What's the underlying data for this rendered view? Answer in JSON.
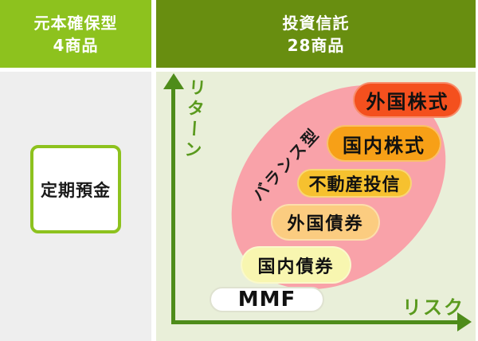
{
  "headers": {
    "left": {
      "title": "元本確保型",
      "count": "4商品"
    },
    "right": {
      "title": "投資信託",
      "count": "28商品"
    }
  },
  "left_panel": {
    "deposit_label": "定期預金"
  },
  "chart": {
    "y_axis_label": "リターン",
    "x_axis_label": "リスク",
    "ellipse_label": "バランス型",
    "items": [
      {
        "label": "外国株式",
        "color": "#f4501e"
      },
      {
        "label": "国内株式",
        "color": "#f7a017"
      },
      {
        "label": "不動産投信",
        "color": "#f6c12f"
      },
      {
        "label": "外国債券",
        "color": "#fbcc80"
      },
      {
        "label": "国内債券",
        "color": "#f8f6b0"
      },
      {
        "label": "MMF",
        "color": "#ffffff"
      }
    ],
    "colors": {
      "ellipse": "#f9a2a9",
      "axis": "#4e8c1a",
      "axis_label": "#5a9a1e",
      "background": "#e9efd9"
    }
  },
  "colors": {
    "left_header_bg": "#8dc21e",
    "right_header_bg": "#688e10",
    "left_body_bg": "#eeeeee",
    "divider": "#ffffff"
  }
}
